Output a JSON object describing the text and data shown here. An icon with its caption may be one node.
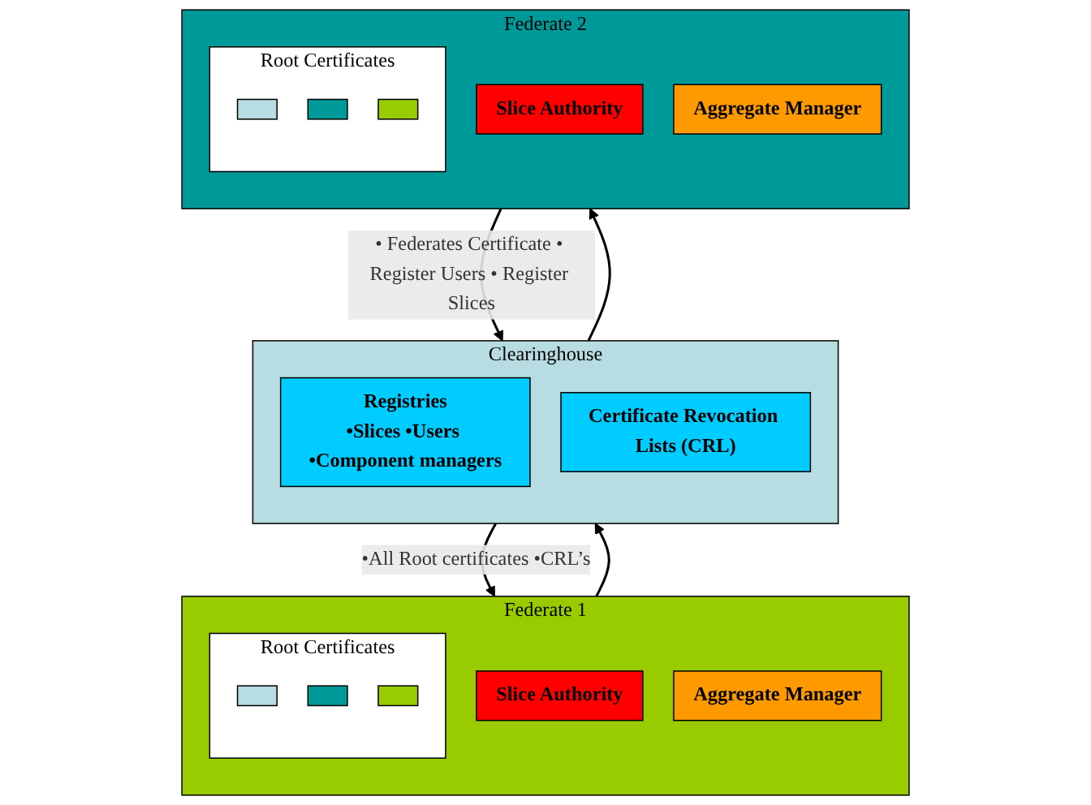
{
  "diagram": {
    "nodes": [
      {
        "text": [
          "Clearinghouse"
        ]
      },
      {
        "text": [
          "Registries",
          "•Slices •Users •Component managers"
        ],
        "in": 0
      },
      {
        "text": [
          "Certificate Revocation Lists (CRL)"
        ],
        "in": 0
      },
      {
        "text": [
          "Federate 1"
        ]
      },
      {
        "text": [
          "Slice Authority"
        ],
        "in": 3
      },
      {
        "text": [
          "Aggregate Manager"
        ],
        "in": 3
      },
      {
        "text": [
          "Root Certificates"
        ],
        "in": 3
      },
      {
        "text": [],
        "shape": "box",
        "in": 6
      },
      {
        "text": [],
        "shape": "box",
        "in": 6
      },
      {
        "text": [],
        "shape": "box",
        "in": 6
      },
      {
        "text": [
          "Federate 2"
        ]
      },
      {
        "text": [
          "Slice Authority"
        ],
        "in": 10
      },
      {
        "text": [
          "Aggregate Manager"
        ],
        "in": 10
      },
      {
        "text": [
          "Root Certificates"
        ],
        "in": 10
      },
      {
        "text": [],
        "shape": "box",
        "in": 13
      },
      {
        "text": [],
        "shape": "box",
        "in": 13
      },
      {
        "text": [],
        "shape": "box",
        "in": 13
      }
    ],
    "edges": [
      {
        "from": 0,
        "to": 3,
        "arrow": "to",
        "label": "•All Root certificates •CRL’s"
      },
      {
        "from": 3,
        "to": 0,
        "arrow": "to"
      },
      {
        "from": 0,
        "to": 10,
        "arrow": "to"
      },
      {
        "from": 10,
        "to": 0,
        "arrow": "to",
        "label": "• Federates Certificate • Register Users • Register Slices"
      }
    ]
  }
}
